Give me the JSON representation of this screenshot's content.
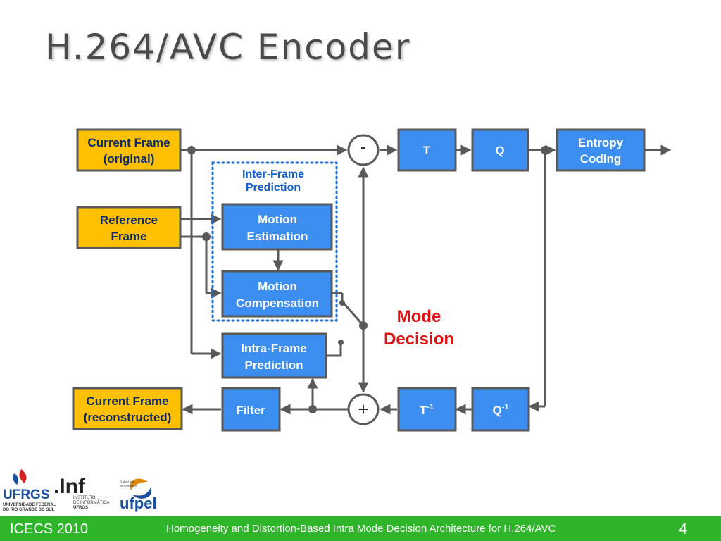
{
  "slide": {
    "title": "H.264/AVC Encoder",
    "footer_left": "ICECS 2010",
    "footer_center": "Homogeneity and Distortion-Based Intra Mode Decision Architecture for H.264/AVC",
    "page_number": "4"
  },
  "colors": {
    "yellow_box": "#ffc000",
    "blue_box": "#3c8ff0",
    "box_border": "#595959",
    "line": "#595959",
    "mode_decision": "#e01010",
    "inter_label": "#1060d0",
    "footer": "#2fb52a"
  },
  "diagram": {
    "current_frame_original": [
      "Current Frame",
      "(original)"
    ],
    "reference_frame": [
      "Reference",
      "Frame"
    ],
    "current_frame_reconstructed": [
      "Current Frame",
      "(reconstructed)"
    ],
    "motion_estimation": [
      "Motion",
      "Estimation"
    ],
    "motion_compensation": [
      "Motion",
      "Compensation"
    ],
    "intra_frame_prediction": [
      "Intra-Frame",
      "Prediction"
    ],
    "inter_frame_prediction": [
      "Inter-Frame",
      "Prediction"
    ],
    "filter": "Filter",
    "transform": "T",
    "quantization": "Q",
    "inverse_transform": "T",
    "inverse_quantization": "Q",
    "superscript": "-1",
    "entropy_coding": [
      "Entropy",
      "Coding"
    ],
    "subtract_sign": "-",
    "add_sign": "+",
    "mode_decision": [
      "Mode",
      "Decision"
    ]
  },
  "logos": {
    "ufrgs": "UFRGS",
    "ufrgs_sub": [
      "UNIVERSIDADE FEDERAL",
      "DO RIO GRANDE DO SUL"
    ],
    "inf": ".Inf",
    "inf_sub": [
      "INSTITUTO",
      "DE INFORMÁTICA",
      "UFRGS"
    ],
    "ufpel": "ufpel",
    "ufpel_tag": [
      "Saber em",
      "movimento"
    ]
  }
}
